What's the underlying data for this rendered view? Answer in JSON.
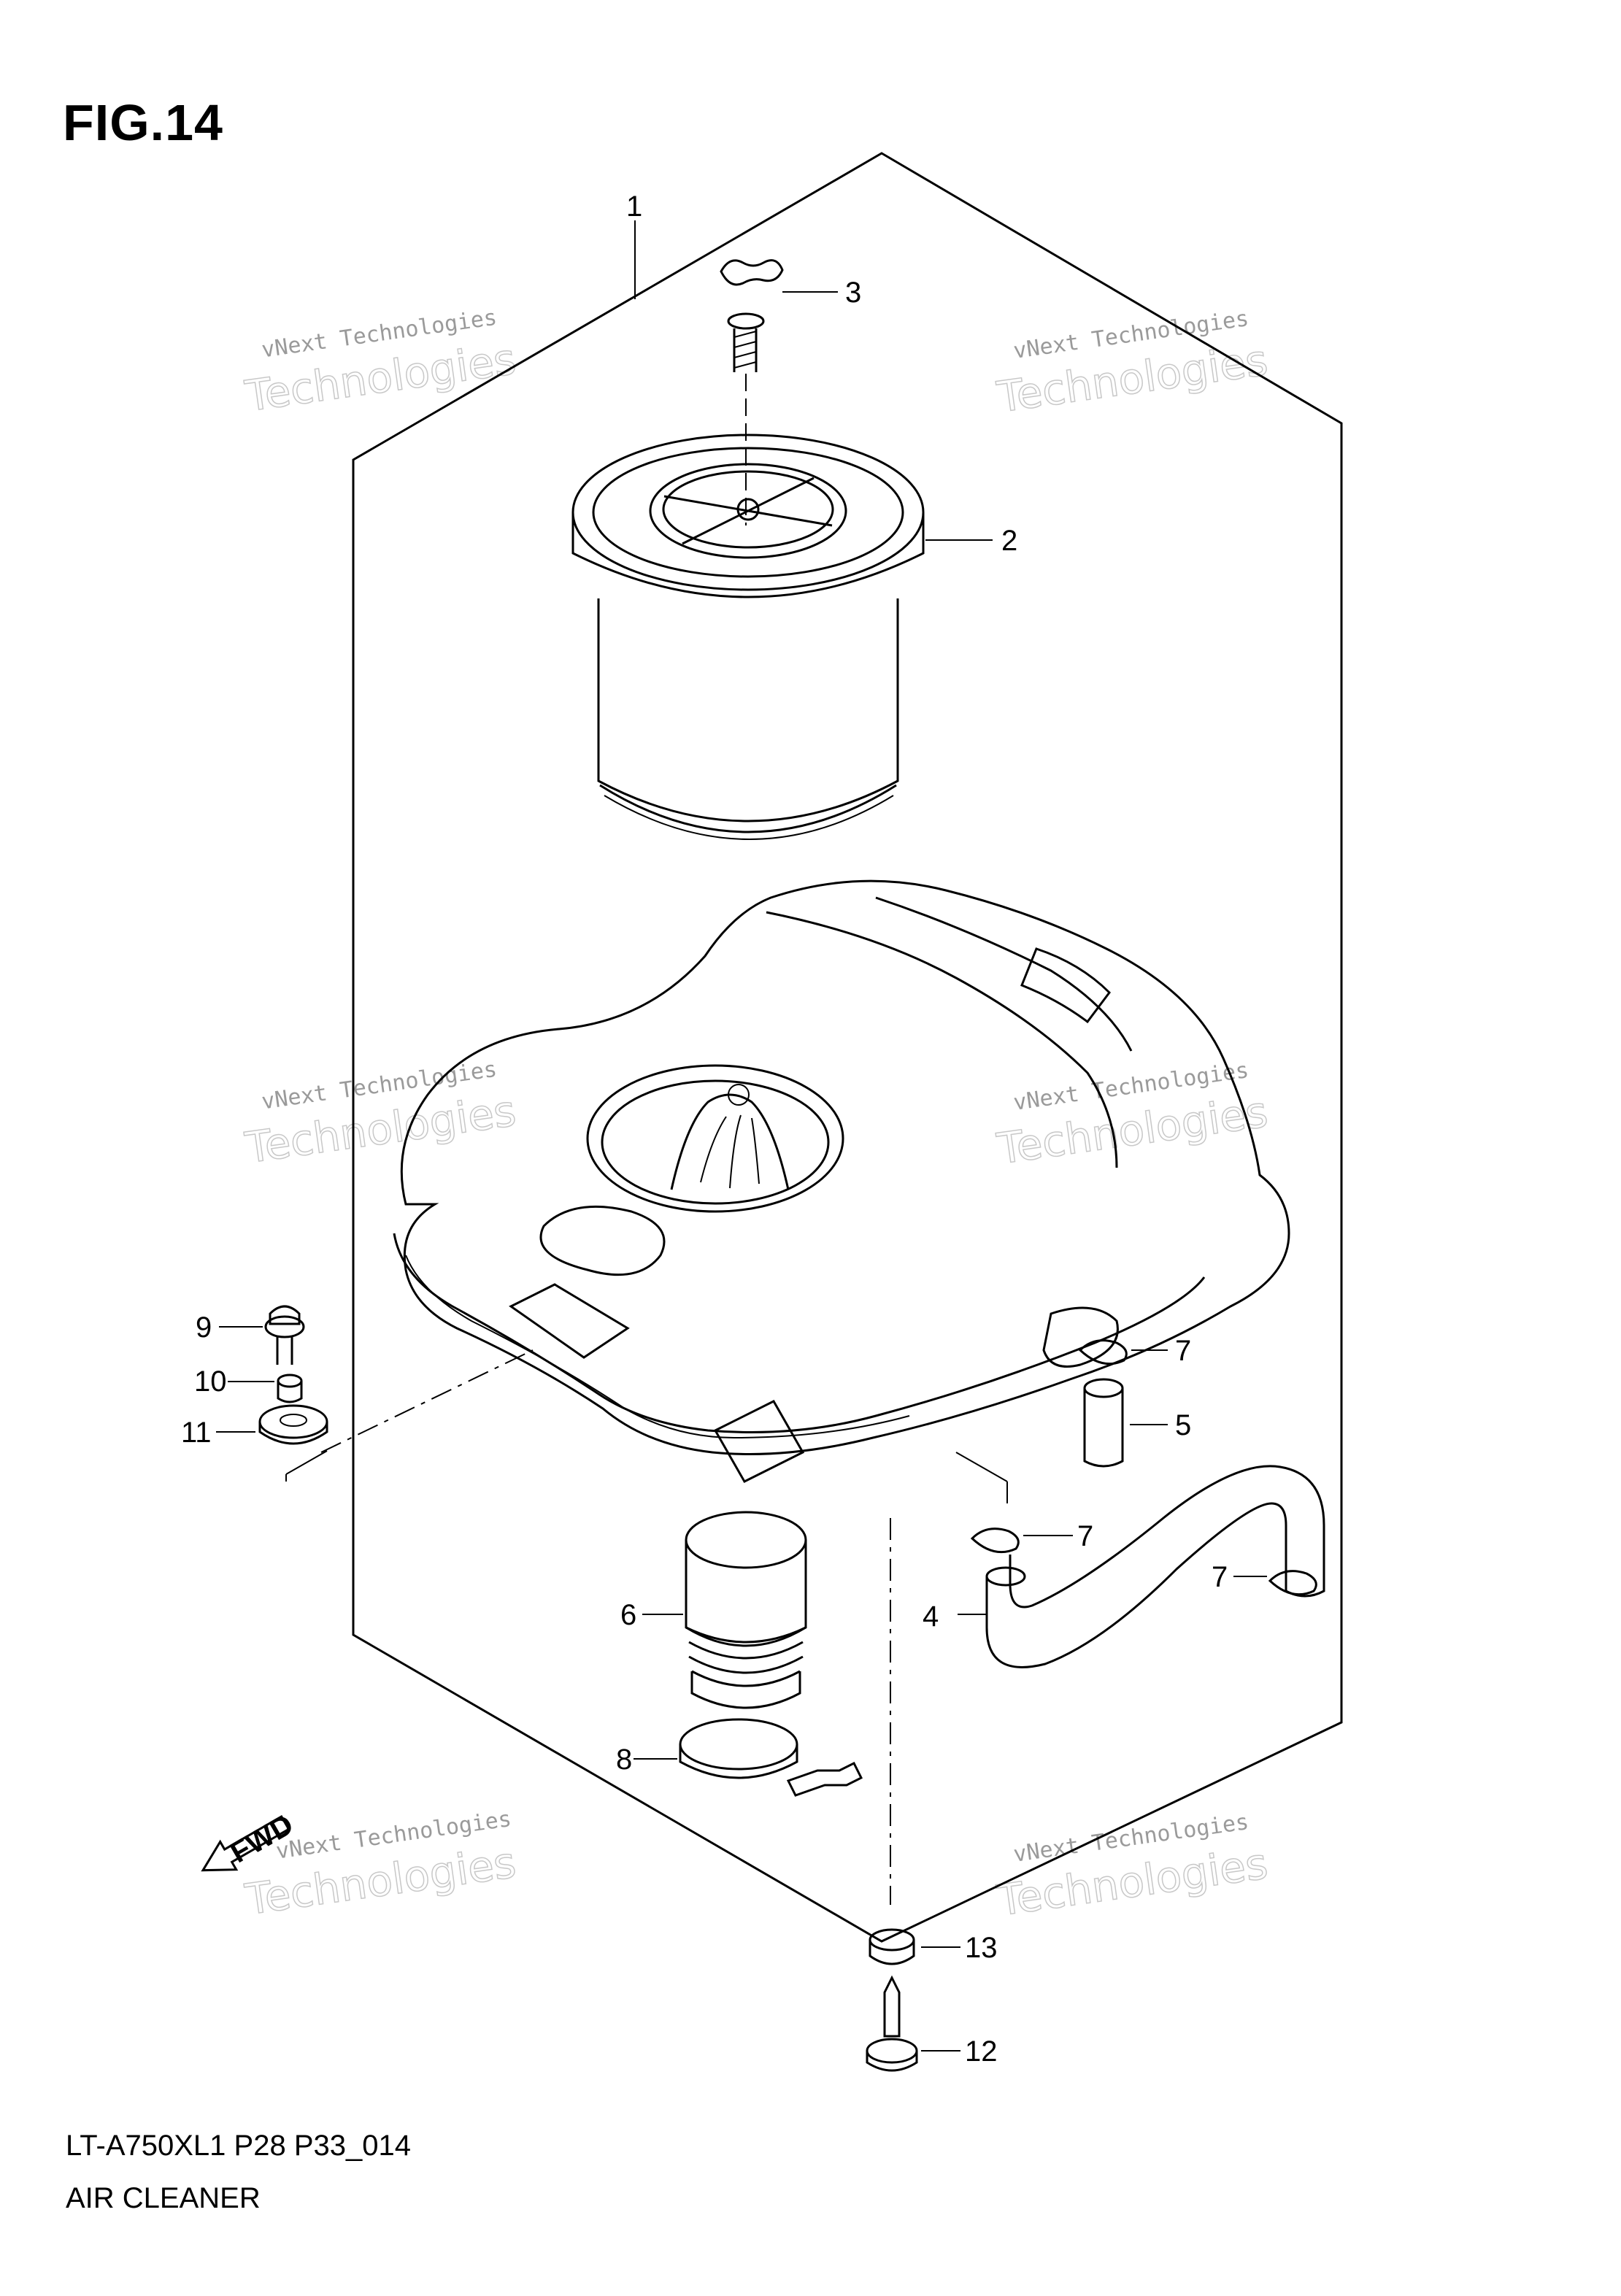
{
  "figure": {
    "title": "FIG.14",
    "model_code": "LT-A750XL1  P28 P33_014",
    "name": "AIR CLEANER"
  },
  "callouts": [
    "1",
    "2",
    "3",
    "4",
    "5",
    "6",
    "7",
    "7",
    "7",
    "8",
    "9",
    "10",
    "11",
    "12",
    "13"
  ],
  "watermarks": [
    {
      "line1": "vNext Technologies",
      "line2": "Technologies"
    },
    {
      "line1": "vNext Technologies",
      "line2": "Technologies"
    },
    {
      "line1": "vNext Technologies",
      "line2": "Technologies"
    },
    {
      "line1": "vNext Technologies",
      "line2": "Technologies"
    },
    {
      "line1": "vNext Technologies",
      "line2": "Technologies"
    },
    {
      "line1": "vNext Technologies",
      "line2": "Technologies"
    }
  ],
  "direction_marker": "FWD"
}
